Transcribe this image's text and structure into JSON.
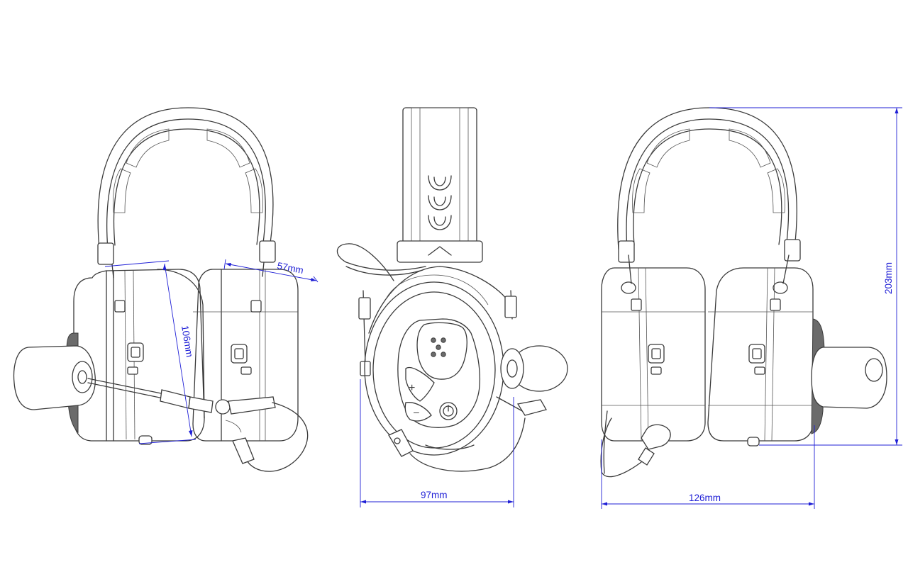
{
  "dimension_color": "#1f1fd6",
  "line_color": "#3a3a3a",
  "dimensions": {
    "left_height": "106mm",
    "left_depth": "57mm",
    "front_width": "97mm",
    "right_width": "126mm",
    "right_height": "203mm"
  },
  "icons": [
    "headset-front-view",
    "headset-side-view",
    "headset-rear-view"
  ]
}
